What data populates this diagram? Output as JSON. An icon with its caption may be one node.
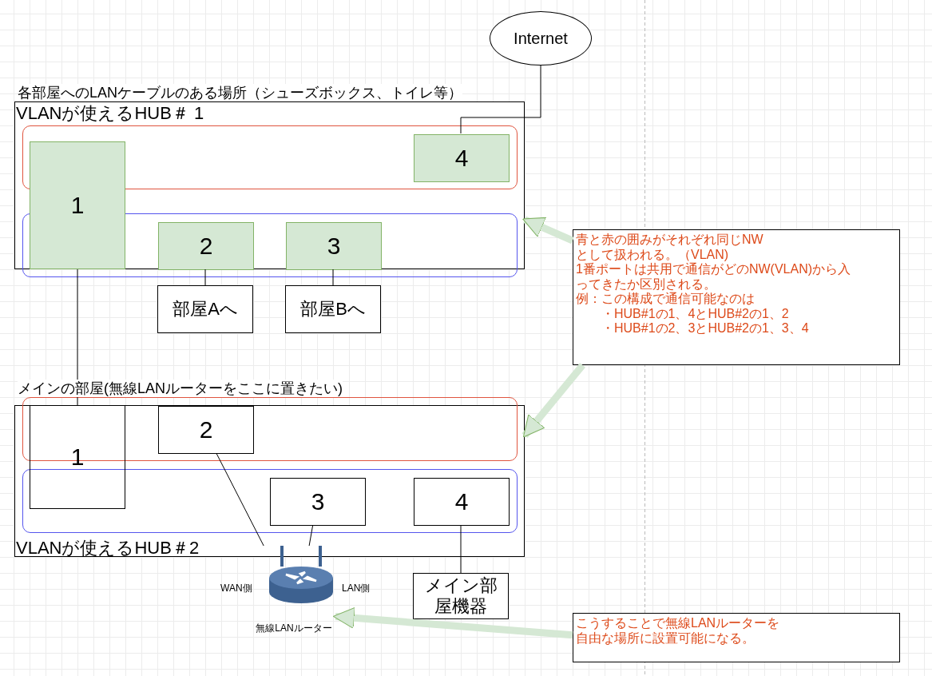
{
  "diagram": {
    "nodes": [
      {
        "text": [
          "Internet"
        ]
      },
      {
        "text": [
          "各部屋へのLANケーブルのある場所（シューズボックス、トイレ等）",
          "VLANが使えるHUB＃ 1"
        ]
      },
      {
        "text": [],
        "shape": "box",
        "in": 1
      },
      {
        "text": [],
        "shape": "box",
        "in": 1
      },
      {
        "text": [
          "1"
        ],
        "in": 1
      },
      {
        "text": [
          "4"
        ],
        "in": 2
      },
      {
        "text": [
          "2"
        ],
        "in": 3
      },
      {
        "text": [
          "3"
        ],
        "in": 3
      },
      {
        "text": [
          "部屋Aへ"
        ]
      },
      {
        "text": [
          "部屋Bへ"
        ]
      },
      {
        "text": [
          "青と赤の囲みがそれぞれ同じNWとして扱われる。（VLAN)",
          "1番ポートは共用で通信がどのNW(VLAN)から入ってきたか区別される。",
          "例：この構成で通信可能なのは",
          "・HUB#1の1、4とHUB#2の1、2",
          "・HUB#1の2、3とHUB#2の1、3、4"
        ]
      },
      {
        "text": [
          "メインの部屋(無線LANルーターをここに置きたい)",
          "VLANが使えるHUB＃2"
        ]
      },
      {
        "text": [],
        "shape": "box",
        "in": 11
      },
      {
        "text": [],
        "shape": "box",
        "in": 11
      },
      {
        "text": [
          "1"
        ],
        "in": 11
      },
      {
        "text": [
          "2"
        ],
        "in": 12
      },
      {
        "text": [
          "3"
        ],
        "in": 13
      },
      {
        "text": [
          "4"
        ],
        "in": 13
      },
      {
        "text": [
          "無線LANルーター"
        ],
        "beside": [
          "WAN側",
          "LAN側"
        ]
      },
      {
        "text": [
          "メイン部屋機器"
        ]
      },
      {
        "text": [
          "こうすることで無線LANルーターを自由な場所に設置可能になる。"
        ]
      }
    ],
    "edges": [
      {
        "from": 0,
        "to": 5,
        "arrow": "none"
      },
      {
        "from": 6,
        "to": 8,
        "arrow": "none"
      },
      {
        "from": 7,
        "to": 9,
        "arrow": "none"
      },
      {
        "from": 4,
        "to": 14,
        "arrow": "none"
      },
      {
        "from": 15,
        "to": 18,
        "arrow": "none"
      },
      {
        "from": 16,
        "to": 18,
        "arrow": "none"
      },
      {
        "from": 17,
        "to": 19,
        "arrow": "none"
      },
      {
        "from": 10,
        "to": 1,
        "arrow": "to",
        "style": "thick",
        "color": "#d5e8d4"
      },
      {
        "from": 10,
        "to": 11,
        "arrow": "to",
        "style": "thick",
        "color": "#d5e8d4"
      },
      {
        "from": 20,
        "to": 18,
        "arrow": "to",
        "style": "thick",
        "color": "#d5e8d4"
      }
    ]
  }
}
